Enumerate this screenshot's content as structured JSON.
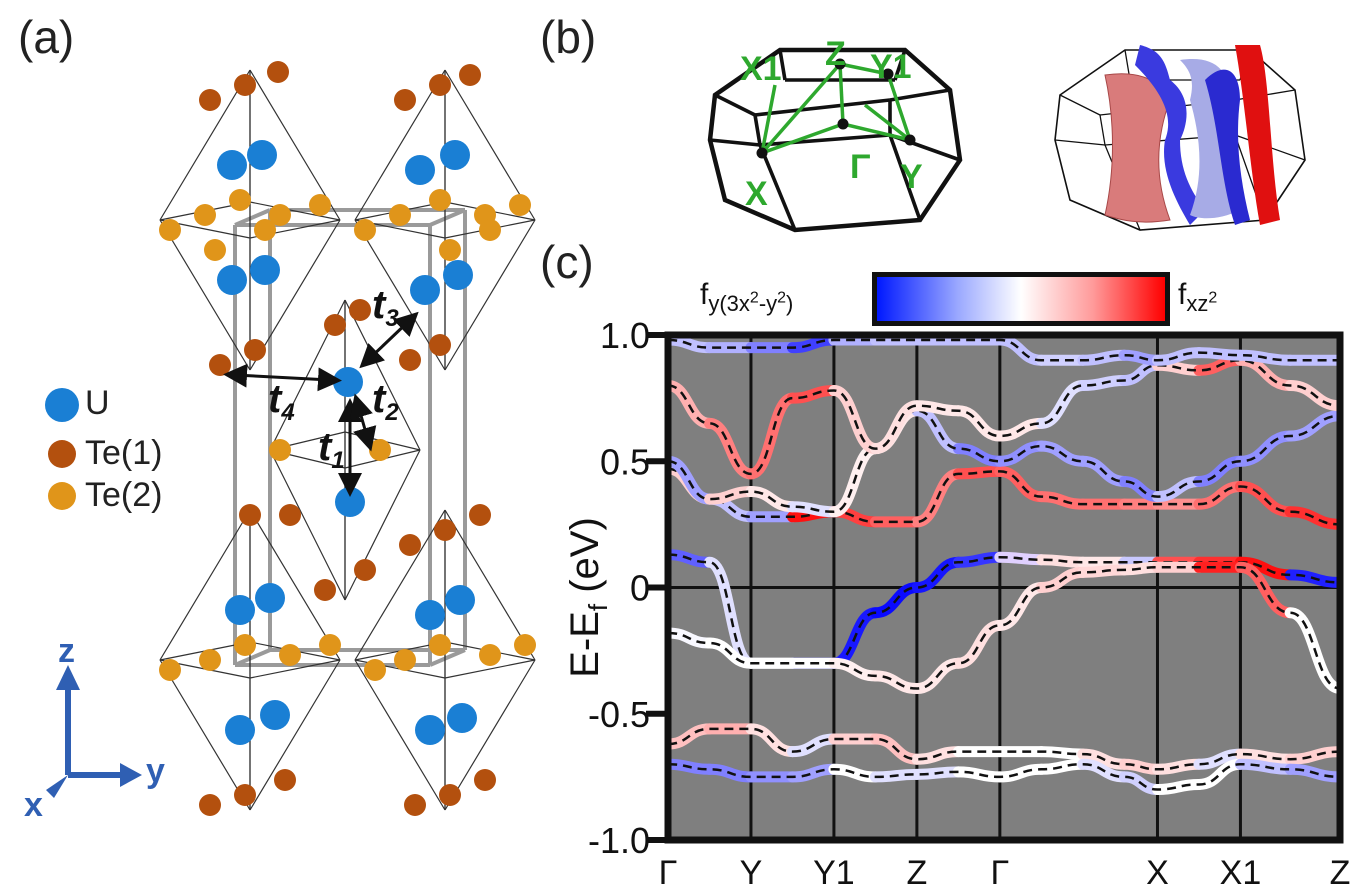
{
  "panels": {
    "a": "(a)",
    "b": "(b)",
    "c": "(c)"
  },
  "legend": [
    {
      "label": "U",
      "color": "#1a7fd4"
    },
    {
      "label": "Te(1)",
      "color": "#b3500e"
    },
    {
      "label": "Te(2)",
      "color": "#e0951a"
    }
  ],
  "axes3d": {
    "z": "z",
    "y": "y",
    "x": "x"
  },
  "hoppings": [
    {
      "base": "t",
      "sub": "1"
    },
    {
      "base": "t",
      "sub": "2"
    },
    {
      "base": "t",
      "sub": "3"
    },
    {
      "base": "t",
      "sub": "4"
    }
  ],
  "bz_labels": [
    "X1",
    "Z",
    "Y1",
    "X",
    "Γ",
    "Y"
  ],
  "colorbar": {
    "left_label": {
      "base": "f",
      "sub": "y(3x",
      "sup": "2",
      "sub2": "-y",
      "sup2": "2",
      "sub3": ")"
    },
    "right_label": {
      "base": "f",
      "sub": "xz",
      "sup": "2"
    },
    "colors": [
      "#0018ff",
      "#ffffff",
      "#ff0000"
    ]
  },
  "chart_data": {
    "type": "line",
    "ylabel": "E-E",
    "ylabel_sub": "f",
    "ylabel_unit": " (eV)",
    "ylim": [
      -1.0,
      1.0
    ],
    "yticks": [
      "1.0",
      "0.5",
      "0",
      "-0.5",
      "-1.0"
    ],
    "ytick_values": [
      1.0,
      0.5,
      0,
      -0.5,
      -1.0
    ],
    "kpoints": [
      "Γ",
      "Y",
      "Y1",
      "Z",
      "Γ",
      "X",
      "X1",
      "Z"
    ],
    "kpoint_positions": [
      0,
      1,
      2,
      3,
      4,
      5.9,
      6.9,
      8.1
    ],
    "background": "#7f7f7f",
    "series": [
      {
        "x": [
          0,
          0.5,
          1,
          1.5,
          2,
          2.5,
          3,
          3.5,
          4,
          4.5,
          5,
          5.5,
          5.9,
          6.4,
          6.9,
          7.5,
          8.1
        ],
        "y": [
          0.13,
          0.1,
          -0.3,
          -0.3,
          -0.3,
          -0.1,
          0.0,
          0.1,
          0.12,
          0.11,
          0.1,
          0.1,
          0.1,
          0.1,
          0.1,
          0.05,
          0.02
        ],
        "colors": [
          "#3030ff",
          "#6060ff",
          "#e0e0ff",
          "#f0f0ff",
          "#2020ff",
          "#1818ff",
          "#0a0aff",
          "#1515ff",
          "#3535ff",
          "#e0d0ff",
          "#ffe0e0",
          "#ffe8e8",
          "#c8c8ff",
          "#ff5050",
          "#ff3030",
          "#ff1010",
          "#2020ff"
        ]
      },
      {
        "x": [
          0,
          0.5,
          1,
          1.5,
          2,
          2.5,
          3,
          3.5,
          4,
          4.5,
          5,
          5.5,
          5.9,
          6.4,
          6.9,
          7.5,
          8.1
        ],
        "y": [
          -0.18,
          -0.22,
          -0.3,
          -0.3,
          -0.3,
          -0.35,
          -0.4,
          -0.3,
          -0.15,
          0.0,
          0.06,
          0.07,
          0.08,
          0.08,
          0.08,
          -0.1,
          -0.4
        ],
        "colors": [
          "#ffffff",
          "#f8f8ff",
          "#ffffff",
          "#ffffff",
          "#ffffff",
          "#fff0f0",
          "#ffe8e8",
          "#ffe8e8",
          "#ffe0e0",
          "#ffe8e8",
          "#ffd0d0",
          "#ffd8d8",
          "#ffe0e0",
          "#ffd0d0",
          "#ff2020",
          "#ff6060",
          "#ffffff"
        ]
      },
      {
        "x": [
          0,
          0.5,
          1,
          1.5,
          2,
          2.5,
          3,
          3.5,
          4,
          4.5,
          5,
          5.5,
          5.9,
          6.4,
          6.9,
          7.5,
          8.1
        ],
        "y": [
          0.47,
          0.35,
          0.28,
          0.28,
          0.3,
          0.26,
          0.26,
          0.45,
          0.46,
          0.36,
          0.33,
          0.33,
          0.33,
          0.33,
          0.4,
          0.3,
          0.25
        ],
        "colors": [
          "#ff8080",
          "#ffd0d0",
          "#c0c0ff",
          "#a0a0ff",
          "#ff1010",
          "#ff4040",
          "#ff6060",
          "#ff8080",
          "#ff5050",
          "#ff6060",
          "#ff7070",
          "#ff7070",
          "#ff8080",
          "#ff9090",
          "#ff7070",
          "#ff5050",
          "#ff3030"
        ]
      },
      {
        "x": [
          0,
          0.5,
          1,
          1.5,
          2,
          2.5,
          3,
          3.5,
          4,
          4.5,
          5,
          5.5,
          5.9,
          6.4,
          6.9,
          7.5,
          8.1
        ],
        "y": [
          0.5,
          0.35,
          0.38,
          0.32,
          0.3,
          0.55,
          0.7,
          0.55,
          0.5,
          0.56,
          0.5,
          0.42,
          0.36,
          0.42,
          0.5,
          0.6,
          0.68
        ],
        "colors": [
          "#8080ff",
          "#a0a0ff",
          "#ffd0d0",
          "#ffe8e8",
          "#e0e0ff",
          "#fff0f0",
          "#ffe8e8",
          "#c0c0ff",
          "#8080ff",
          "#9090ff",
          "#a0a0ff",
          "#a0a0ff",
          "#8080ff",
          "#c0c0ff",
          "#8080ff",
          "#9090ff",
          "#a0a0ff"
        ]
      },
      {
        "x": [
          0,
          0.5,
          1,
          1.5,
          2,
          2.5,
          3,
          3.5,
          4,
          4.5,
          5,
          5.5,
          5.9,
          6.4,
          6.9,
          7.5,
          8.1
        ],
        "y": [
          0.8,
          0.65,
          0.45,
          0.75,
          0.78,
          0.55,
          0.72,
          0.7,
          0.6,
          0.65,
          0.8,
          0.82,
          0.88,
          0.86,
          0.9,
          0.8,
          0.72
        ],
        "colors": [
          "#ffc0c0",
          "#ffb0b0",
          "#ff8080",
          "#ff7070",
          "#ff5050",
          "#ffd0d0",
          "#ffe0e0",
          "#ffe8e8",
          "#ffe8e8",
          "#ffe8e8",
          "#e0e0ff",
          "#d0d0ff",
          "#c0c0ff",
          "#ffd0d0",
          "#ff6060",
          "#ffb0b0",
          "#ffd0d0"
        ]
      },
      {
        "x": [
          0,
          0.5,
          1,
          1.5,
          2,
          2.5,
          3,
          3.5,
          4,
          4.5,
          5,
          5.5,
          5.9,
          6.4,
          6.9,
          7.5,
          8.1
        ],
        "y": [
          0.98,
          0.95,
          0.95,
          0.95,
          0.98,
          0.98,
          0.98,
          0.98,
          0.98,
          0.9,
          0.9,
          0.92,
          0.9,
          0.93,
          0.92,
          0.9,
          0.9
        ],
        "colors": [
          "#c0c0ff",
          "#c0c0ff",
          "#b0b0ff",
          "#8080ff",
          "#4040ff",
          "#b0b0ff",
          "#c0c0ff",
          "#c0c0ff",
          "#c0c0ff",
          "#c0c0ff",
          "#d0d0ff",
          "#c0c0ff",
          "#a0a0ff",
          "#c0c0ff",
          "#c0c0ff",
          "#c0c0ff",
          "#c0c0ff"
        ]
      },
      {
        "x": [
          0,
          0.5,
          1,
          1.5,
          2,
          2.5,
          3,
          3.5,
          4,
          4.5,
          5,
          5.5,
          5.9,
          6.4,
          6.9,
          7.5,
          8.1
        ],
        "y": [
          -0.62,
          -0.56,
          -0.56,
          -0.65,
          -0.6,
          -0.6,
          -0.68,
          -0.65,
          -0.65,
          -0.65,
          -0.66,
          -0.7,
          -0.72,
          -0.7,
          -0.66,
          -0.68,
          -0.65
        ],
        "colors": [
          "#ffe0e0",
          "#ffc0c0",
          "#ffb0b0",
          "#ffe0e0",
          "#e0e0ff",
          "#ffd0d0",
          "#ffc0c0",
          "#ffe0e0",
          "#ffffff",
          "#ffffff",
          "#ffffff",
          "#ffe0e0",
          "#ffd0d0",
          "#ffe0e0",
          "#e0e0ff",
          "#ffe0e0",
          "#ffd0d0"
        ]
      },
      {
        "x": [
          0,
          0.5,
          1,
          1.5,
          2,
          2.5,
          3,
          3.5,
          4,
          4.5,
          5,
          5.5,
          5.9,
          6.4,
          6.9,
          7.5,
          8.1
        ],
        "y": [
          -0.7,
          -0.72,
          -0.75,
          -0.75,
          -0.72,
          -0.75,
          -0.74,
          -0.73,
          -0.75,
          -0.72,
          -0.7,
          -0.75,
          -0.8,
          -0.78,
          -0.7,
          -0.72,
          -0.75
        ],
        "colors": [
          "#c0c0ff",
          "#8080ff",
          "#8080ff",
          "#9090ff",
          "#a0a0ff",
          "#ffffff",
          "#e0e0ff",
          "#e0e0ff",
          "#ffffff",
          "#ffffff",
          "#ffffff",
          "#e0e0ff",
          "#d0d0ff",
          "#ffffff",
          "#ffffff",
          "#c0c0ff",
          "#a0a0ff"
        ]
      }
    ]
  }
}
